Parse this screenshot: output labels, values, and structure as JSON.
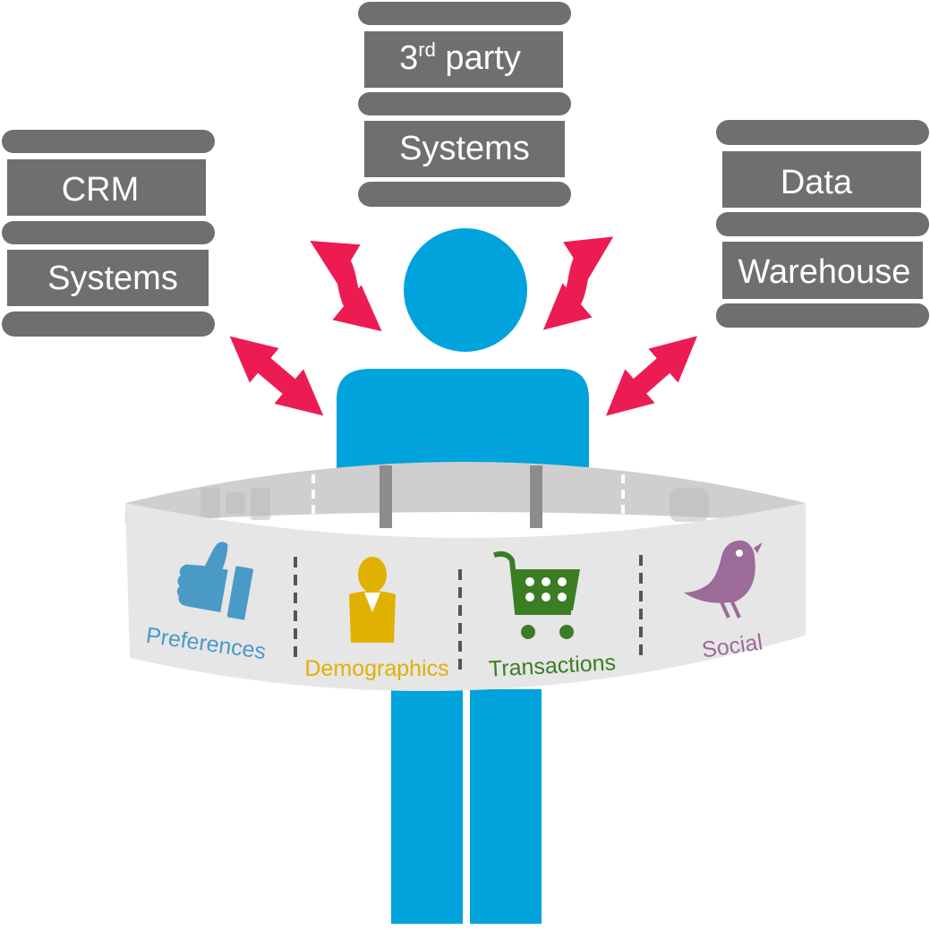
{
  "databases": {
    "crm": {
      "line1": "CRM",
      "line2": "Systems"
    },
    "third_party": {
      "line1_main": "3",
      "line1_sup": "rd",
      "line1_rest": " party",
      "line2": "Systems"
    },
    "warehouse": {
      "line1": "Data",
      "line2": "Warehouse"
    }
  },
  "belt": {
    "segments": [
      {
        "label": "Preferences",
        "icon": "thumbs-up-icon",
        "color": "#4a9ac7"
      },
      {
        "label": "Demographics",
        "icon": "person-icon",
        "color": "#e0b100"
      },
      {
        "label": "Transactions",
        "icon": "shopping-cart-icon",
        "color": "#3b7d23"
      },
      {
        "label": "Social",
        "icon": "bird-icon",
        "color": "#9b6b99"
      }
    ]
  },
  "colors": {
    "person": "#00a3dc",
    "database": "#6e6f71",
    "arrow": "#ec1c52",
    "belt": "#e6e6e6"
  }
}
